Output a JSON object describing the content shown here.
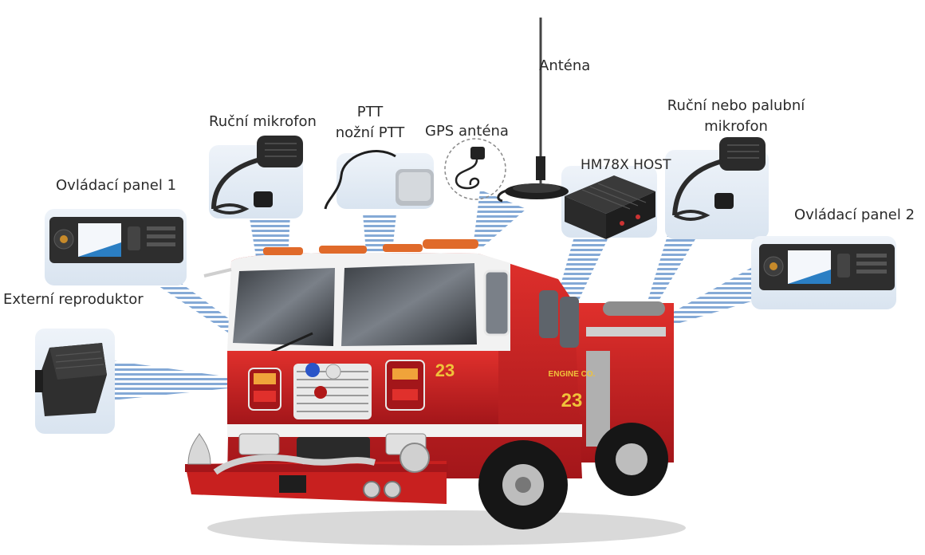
{
  "labels": {
    "handheld_mic": "Ruční mikrofon",
    "ptt_line1": "PTT",
    "ptt_line2": "nožní PTT",
    "gps_antenna": "GPS anténa",
    "antenna": "Anténa",
    "host": "HM78X HOST",
    "deck_mic_line1": "Ruční nebo palubní",
    "deck_mic_line2": "mikrofon",
    "panel1": "Ovládací panel 1",
    "panel2": "Ovládací panel 2",
    "speaker": "Externí reproduktor"
  },
  "truck": {
    "number": "23",
    "side_text": "ENGINE CO."
  },
  "colors": {
    "truck_red": "#c8201f",
    "truck_white": "#f2f2f2",
    "signal_blue": "#6f9bcf",
    "card_bg": "#e4ecf5",
    "device_dark": "#2e2e2e",
    "label_text": "#2b2b2b"
  }
}
